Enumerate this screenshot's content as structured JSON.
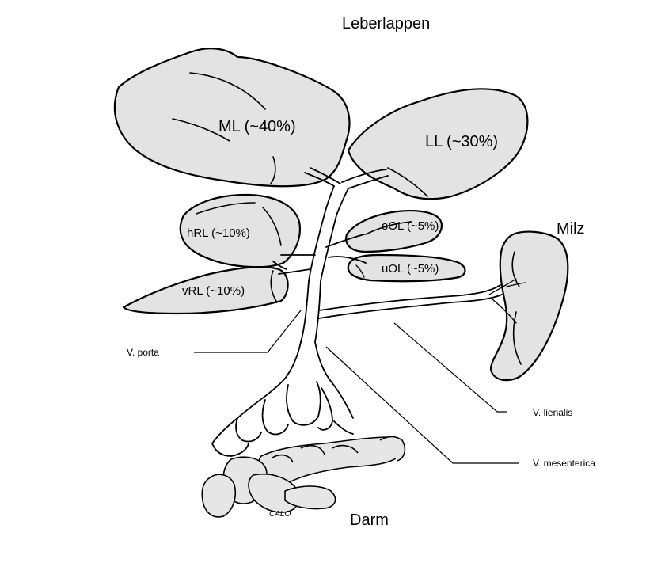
{
  "headings": {
    "lobes": "Leberlappen",
    "spleen": "Milz",
    "gut": "Darm"
  },
  "lobes": {
    "ml": "ML (~40%)",
    "ll": "LL (~30%)",
    "hrl": "hRL (~10%)",
    "vrl": "vRL (~10%)",
    "ool": "oOL (~5%)",
    "uol": "uOL (~5%)"
  },
  "vessels": {
    "porta": "V. porta",
    "lienalis": "V. lienalis",
    "mesenterica": "V. mesenterica"
  },
  "signature": "CALO"
}
